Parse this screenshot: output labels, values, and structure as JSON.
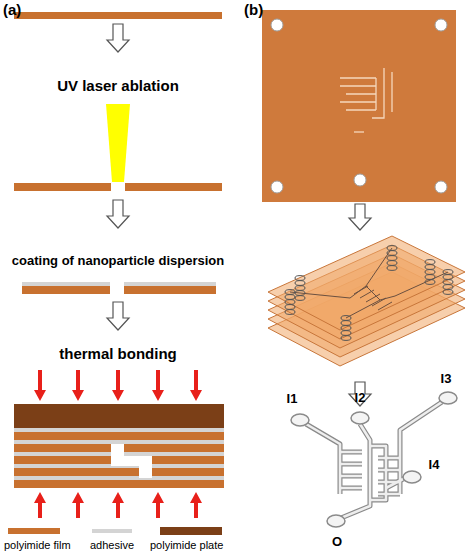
{
  "diagram": {
    "labels": [
      "(a)",
      "UV laser ablation",
      "coating of nanoparticle dispersion",
      "thermal bonding",
      "(b)",
      "I1",
      "I2",
      "I3",
      "I4",
      "O"
    ],
    "legend": [
      {
        "text": "polyimide film",
        "color": "#c8712f"
      },
      {
        "text": "adhesive",
        "color": "#d4d4d4"
      },
      {
        "text": "polyimide plate",
        "color": "#7b3f17"
      }
    ]
  }
}
